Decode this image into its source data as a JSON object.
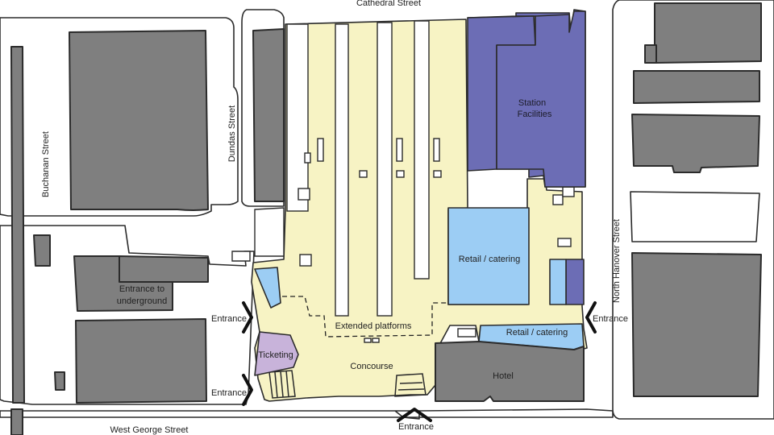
{
  "streets": {
    "cathedral": "Cathedral Street",
    "buchanan": "Buchanan Street",
    "dundas": "Dundas Street",
    "north_hanover": "North Hanover Street",
    "west_george": "West George Street"
  },
  "areas": {
    "station_facilities_line1": "Station",
    "station_facilities_line2": "Facilities",
    "retail_catering_main": "Retail / catering",
    "retail_catering_east": "Retail / catering",
    "extended_platforms": "Extended platforms",
    "concourse": "Concourse",
    "ticketing": "Ticketing",
    "hotel": "Hotel",
    "underground_line1": "Entrance to",
    "underground_line2": "underground"
  },
  "entrances": {
    "west_upper": "Entrance",
    "west_lower": "Entrance",
    "east": "Entrance",
    "south": "Entrance"
  },
  "colors": {
    "building": "#7f7f7f",
    "station_area": "#f7f3c4",
    "station_facilities": "#6c6db5",
    "retail_catering": "#9ccdf4",
    "ticketing": "#c8b3da"
  }
}
